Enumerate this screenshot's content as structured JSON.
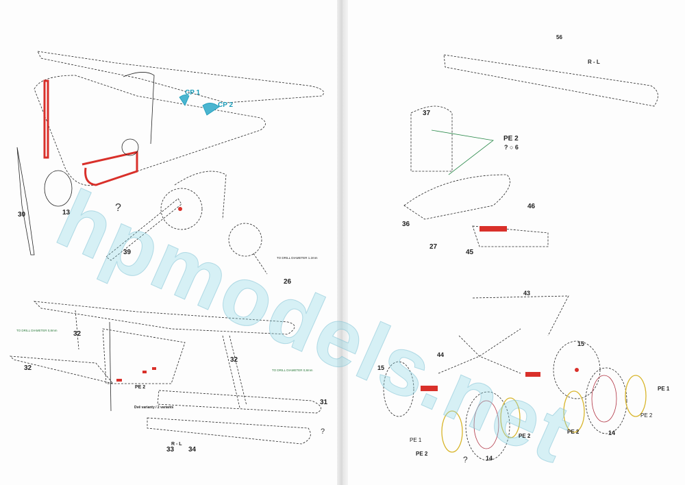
{
  "watermark": "hpmodels.net",
  "left_page": {
    "top_view": {
      "callouts": [
        "CP 1",
        "CP 2"
      ],
      "parts": [
        "30",
        "13",
        "39",
        "26"
      ],
      "unknown_mark": "?",
      "drill_note": "TO DRILL DIAMETER 1.2mm"
    },
    "bottom_view": {
      "drill_note_left": "TO DRILL DIAMETER 0,8mm",
      "drill_note_right": "TO DRILL DIAMETER 0,8mm",
      "parts": [
        "32",
        "32",
        "32",
        "31",
        "33",
        "34"
      ],
      "pe": "PE 2",
      "variants_note": "Dvě varianty / 2 variants",
      "side_marker": "R - L",
      "page_mark": "?"
    }
  },
  "right_page": {
    "wing": {
      "part": "56",
      "side_marker": "R - L"
    },
    "tail": {
      "parts": [
        "37",
        "36",
        "46",
        "27",
        "45"
      ],
      "pe": "PE 2",
      "pe_note": "? ○ 6"
    },
    "gear": {
      "parts": [
        "43",
        "44",
        "15",
        "15",
        "14",
        "14"
      ],
      "pe_labels": [
        "PE 1",
        "PE 2",
        "PE 2",
        "PE 1",
        "PE 2",
        "PE 2"
      ],
      "unknown_mark": "?"
    }
  },
  "colors": {
    "red_part": "#d9302a",
    "pe_brass": "#d8b52a",
    "callout_teal": "#1a9bb8",
    "guide_green": "#2a8a4a"
  }
}
